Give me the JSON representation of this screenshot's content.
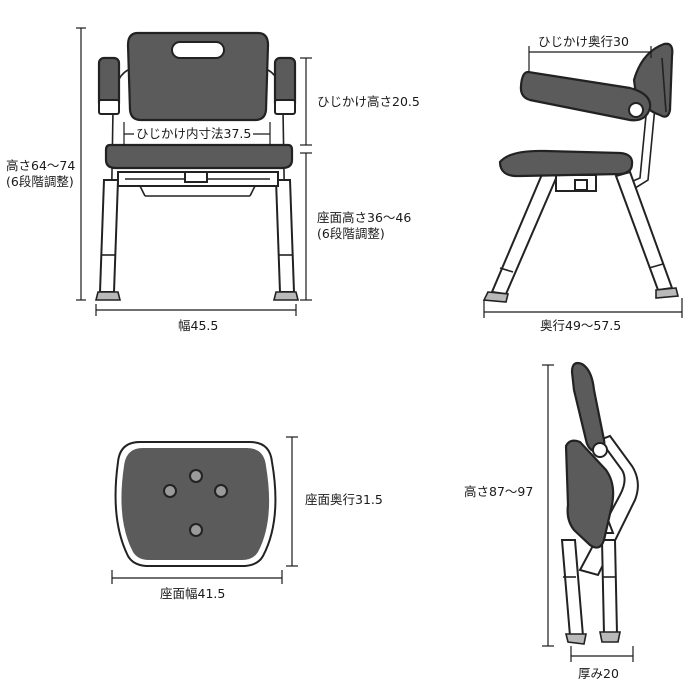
{
  "front": {
    "height_label": "高さ64～74",
    "height_note": "(6段階調整)",
    "armrest_inner_label": "ひじかけ内寸法37.5",
    "armrest_height_label": "ひじかけ高さ20.5",
    "seat_height_label": "座面高さ36～46",
    "seat_height_note": "(6段階調整)",
    "width_label": "幅45.5"
  },
  "side": {
    "armrest_depth_label": "ひじかけ奥行30",
    "depth_label": "奥行49～57.5"
  },
  "seat": {
    "seat_depth_label": "座面奥行31.5",
    "seat_width_label": "座面幅41.5"
  },
  "folded": {
    "height_label": "高さ87～97",
    "thickness_label": "厚み20"
  }
}
